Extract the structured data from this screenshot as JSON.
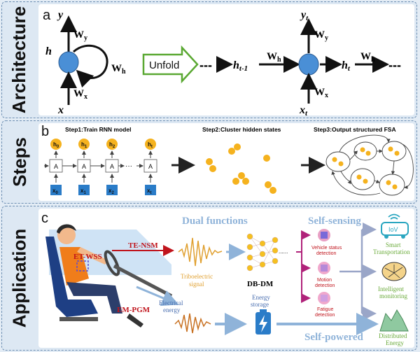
{
  "architecture": {
    "side_label": "Architecture",
    "letter": "a",
    "y": "y",
    "h": "h",
    "x": "x",
    "Wy": "W",
    "Wy_sub": "y",
    "Wh": "W",
    "Wh_sub": "h",
    "Wx": "W",
    "Wx_sub": "x",
    "unfold": "Unfold",
    "dashes": "---",
    "h_prev": "h",
    "h_prev_sub": "t-1",
    "yt": "y",
    "yt_sub": "t",
    "xt": "x",
    "xt_sub": "t",
    "ht": "h",
    "ht_sub": "t",
    "r_Wy": "W",
    "r_Wy_sub": "y",
    "r_Wh": "W",
    "r_Wh_sub": "h",
    "r_Wh2": "W",
    "r_Wh2_sub": "h",
    "r_Wx": "W",
    "r_Wx_sub": "x"
  },
  "steps": {
    "side_label": "Steps",
    "letter": "b",
    "step1": "Step1:Train RNN model",
    "step2": "Step2:Cluster hidden states",
    "step3": "Step3:Output structured FSA",
    "h_labels": [
      "h",
      "h",
      "h",
      "h"
    ],
    "h_subs": [
      "0",
      "1",
      "2",
      "t"
    ],
    "x_labels": [
      "x",
      "x",
      "x",
      "x"
    ],
    "x_subs": [
      "0",
      "1",
      "2",
      "t"
    ],
    "cell_label": "A",
    "dots": "···"
  },
  "application": {
    "side_label": "Application",
    "letter": "c",
    "dual_functions": "Dual functions",
    "self_sensing": "Self-sensing",
    "self_powered": "Self-powered",
    "te_nsm": "TE-NSM",
    "et_wss": "ET-WSS",
    "em_pgm": "EM-PGM",
    "tribo_1": "Triboelectric",
    "tribo_2": "signal",
    "elec_1": "Electrical",
    "elec_2": "energy",
    "storage_1": "Energy",
    "storage_2": "storage",
    "db_dm": "DB-DM",
    "dots": "......",
    "vehicle_1": "Vehicle status",
    "vehicle_2": "detection",
    "motion_1": "Motion",
    "motion_2": "detection",
    "fatigue_1": "Fatigue",
    "fatigue_2": "detection",
    "iov": "IoV",
    "smart_1": "Smart",
    "smart_2": "Transportation",
    "intel_1": "Intelligent",
    "intel_2": "monitoring",
    "dist_1": "Distributed",
    "dist_2": "Energy"
  },
  "colors": {
    "node_blue": "#4a8fd6",
    "dot_orange": "#f5b21e",
    "unfold_green": "#5aa832",
    "magenta": "#b0227a",
    "title_blue": "#8fb3d9",
    "text_red": "#c0141c"
  }
}
